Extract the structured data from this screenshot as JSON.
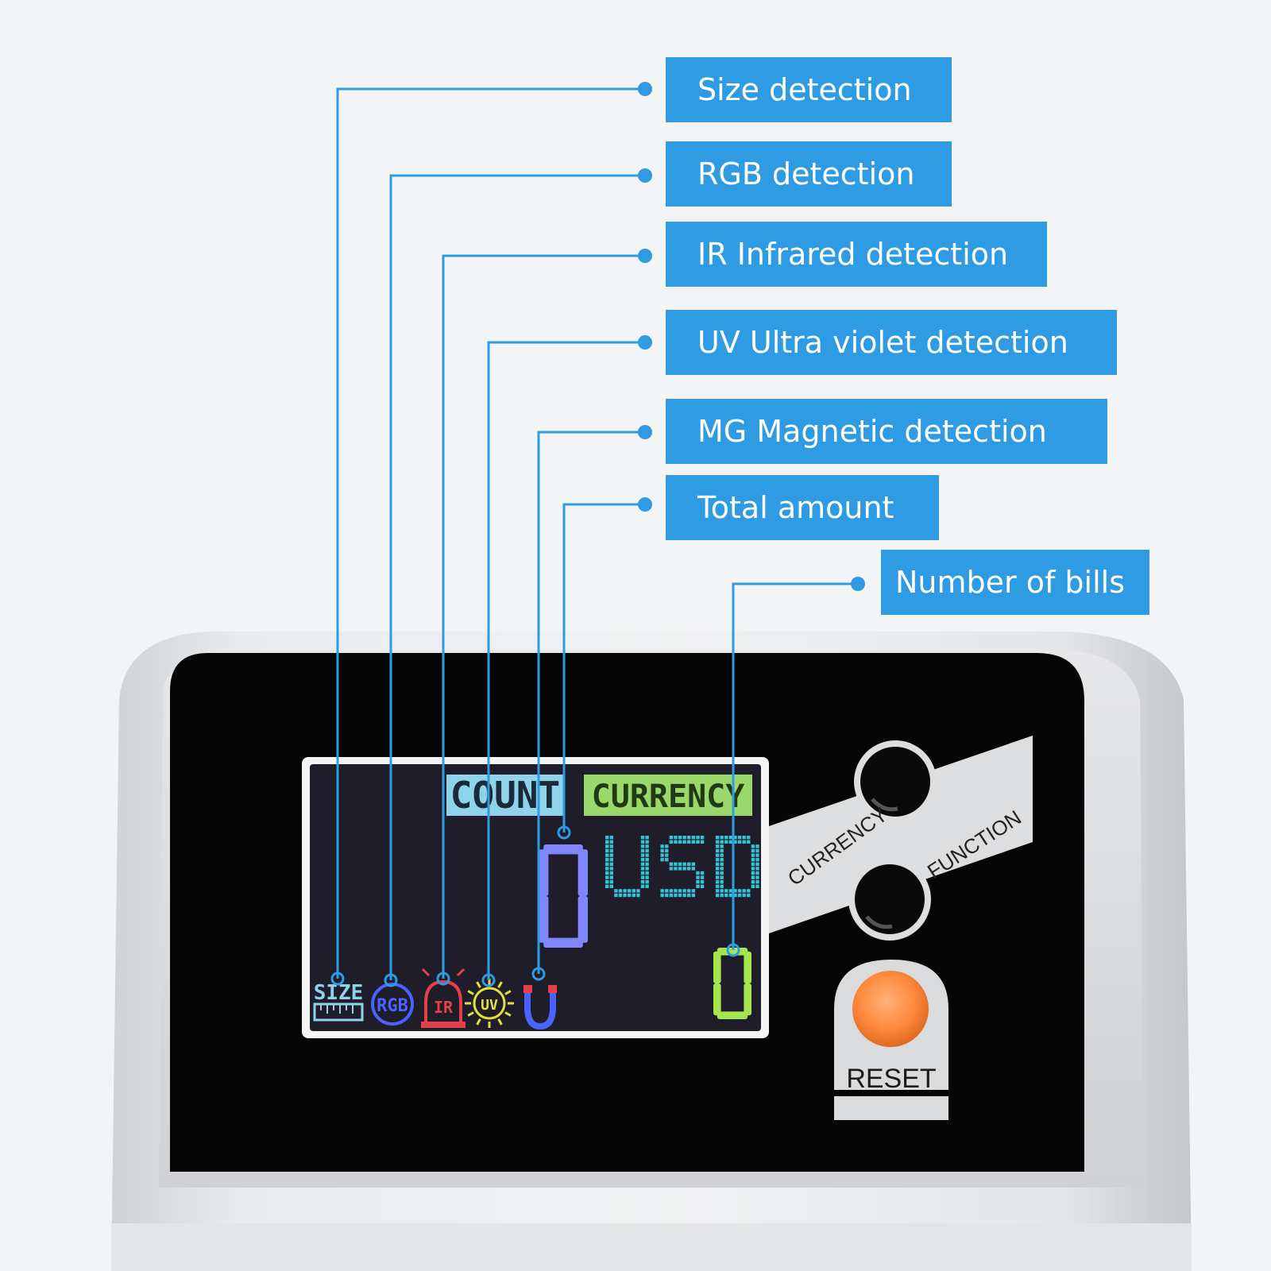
{
  "callouts": [
    {
      "label": "Size detection",
      "target": "size-icon"
    },
    {
      "label": "RGB detection",
      "target": "rgb-icon"
    },
    {
      "label": "IR Infrared detection",
      "target": "ir-icon"
    },
    {
      "label": "UV Ultra violet detection",
      "target": "uv-icon"
    },
    {
      "label": "MG Magnetic detection",
      "target": "magnet-icon"
    },
    {
      "label": "Total amount",
      "target": "total-amount-digit"
    },
    {
      "label": "Number of bills",
      "target": "bill-count-digit"
    }
  ],
  "display": {
    "count_label": "COUNT",
    "currency_label": "CURRENCY",
    "currency_code": "USD",
    "total_amount": "0",
    "bill_count": "0",
    "icons": {
      "size": "SIZE",
      "rgb": "RGB",
      "ir": "IR",
      "uv": "UV"
    }
  },
  "controls": {
    "currency_button_label": "CURRENCY",
    "function_button_label": "FUNCTION",
    "reset_button_label": "RESET"
  },
  "colors": {
    "callout_bg": "#2f9be3",
    "leader_line": "#2f9be3",
    "count_tag": "#8fd3ea",
    "currency_tag": "#9bd86b",
    "usd_dots": "#33c3d6",
    "amount_digit": "#7f86ff",
    "bills_digit": "#a6e64d",
    "reset_button": "#ff8a3d",
    "rgb_icon": "#4a63ff",
    "ir_icon": "#e2414a",
    "uv_icon": "#e6e03a"
  }
}
